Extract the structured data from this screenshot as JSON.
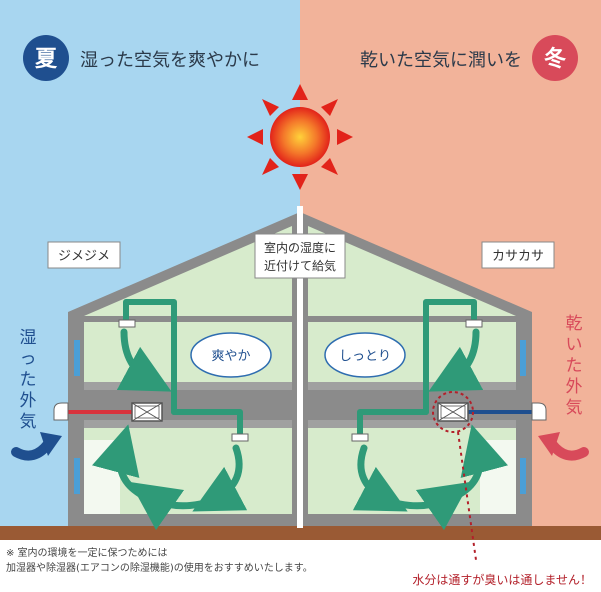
{
  "summer": {
    "badge": "夏",
    "title": "湿った空気を爽やかに",
    "house_label": "ジメジメ",
    "outside_air": "湿った外気",
    "room_bubble": "爽やか"
  },
  "winter": {
    "badge": "冬",
    "title": "乾いた空気に潤いを",
    "house_label": "カサカサ",
    "outside_air": "乾いた外気",
    "room_bubble": "しっとり"
  },
  "center_label": {
    "line1": "室内の湿度に",
    "line2": "近付けて給気"
  },
  "footnote": {
    "line1": "※ 室内の環境を一定に保つためには",
    "line2": "加湿器や除湿器(エアコンの除湿機能)の使用をおすすめいたします。"
  },
  "callout": "水分は通すが臭いは通しません！",
  "colors": {
    "summer_bg": "#a8d6f0",
    "winter_bg": "#f2b39a",
    "summer_accent": "#1f4f8f",
    "winter_accent": "#d84a5a",
    "flow": "#2f9a78",
    "wall": "#8b8b8b",
    "room": "#d7ebcc",
    "ground": "#9a5a34",
    "callout": "#b3202a"
  },
  "icons": [
    "sun-icon",
    "airflow-arrow-icon",
    "ventilation-unit-icon",
    "vent-hood-icon",
    "outside-air-arrow-icon"
  ]
}
